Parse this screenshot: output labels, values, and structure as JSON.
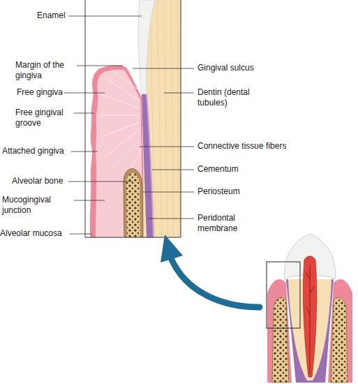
{
  "diagram": {
    "labels": [
      "Enamel",
      "Margin of the gingiva",
      "Free gingiva",
      "Free gingival groove",
      "Attached gingiva",
      "Alveolar bone",
      "Mucogingival junction",
      "Alveolar mucosa",
      "Gingival sulcus",
      "Dentin (dental tubules)",
      "Connective tissue fibers",
      "Cementum",
      "Periosteum",
      "Peridontal membrane"
    ]
  }
}
